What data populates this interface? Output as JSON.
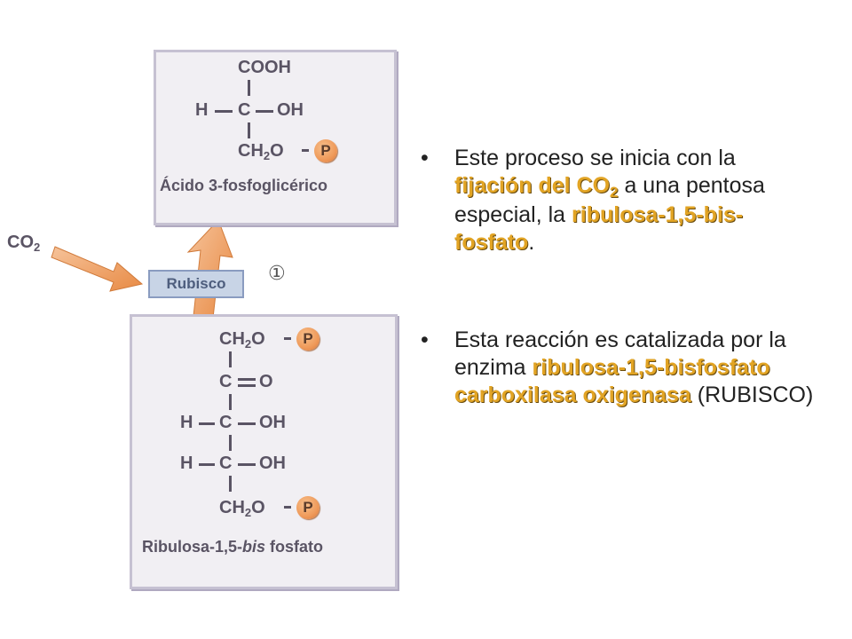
{
  "top_molecule": {
    "line1": "COOH",
    "line2_left": "H",
    "line2_center": "C",
    "line2_right": "OH",
    "line3": "CH",
    "line3_sub": "2",
    "line3_end": "O",
    "phosphate": "P",
    "name": "Ácido 3-fosfoglicérico"
  },
  "bottom_molecule": {
    "line1": "CH",
    "line1_sub": "2",
    "line1_end": "O",
    "phosphate1": "P",
    "line2_c": "C",
    "line2_o": "O",
    "line3_h": "H",
    "line3_c": "C",
    "line3_oh": "OH",
    "line4_h": "H",
    "line4_c": "C",
    "line4_oh": "OH",
    "line5": "CH",
    "line5_sub": "2",
    "line5_end": "O",
    "phosphate2": "P",
    "name_prefix": "Ribulosa-1,5-",
    "name_italic": "bis",
    "name_suffix": " fosfato"
  },
  "enzyme_label": "Rubisco",
  "co2": {
    "text": "CO",
    "sub": "2"
  },
  "step_number": "①",
  "bullets": [
    {
      "bullet": "•",
      "t1": "Este proceso se inicia con la ",
      "h1": "fijación del CO",
      "h1_sub": "2",
      "t2": " a una pentosa especial, la ",
      "h2": "ribulosa-1,5-bis-fosfato",
      "t3": "."
    },
    {
      "bullet": "•",
      "t1": "Esta reacción es catalizada por la enzima ",
      "h1": "ribulosa-1,5-bisfosfato carboxilasa oxigenasa",
      "t2": " (RUBISCO)"
    }
  ],
  "colors": {
    "highlight": "#e2a424",
    "arrow": "#f0a25c",
    "phosphate": "#ef9a5a",
    "panel_border": "#c6c1d2"
  }
}
